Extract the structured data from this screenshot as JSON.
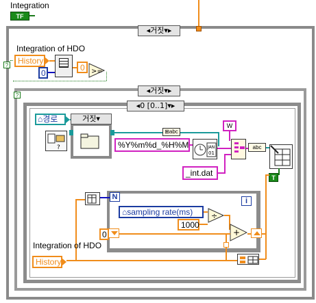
{
  "top": {
    "label": "Integration",
    "bool_text": "TF"
  },
  "outer_case": {
    "selector": "거짓"
  },
  "hdo_top": {
    "label": "Integration of HDO",
    "control": "History",
    "const": "0",
    "index": "0"
  },
  "middle_case": {
    "selector": "거짓"
  },
  "sequence": {
    "selector": "0 [0..1]"
  },
  "path_group": {
    "path_control": "경로",
    "selector": "거짓"
  },
  "format": {
    "time_format": "%Y%m%d_%H%M",
    "suffix": "_int.dat",
    "abc_label": "abc"
  },
  "for_loop": {
    "count_terminal": "N",
    "index_terminal": "i",
    "sampling": "sampling rate(ms)",
    "divisor": "1000",
    "init_value": "0"
  },
  "hdo_bottom": {
    "label": "Integration of HDO",
    "control": "History"
  },
  "colors": {
    "orange": "#f08c1a",
    "green": "#1a7a1a",
    "blue": "#1010c0",
    "pink": "#d020c0"
  }
}
